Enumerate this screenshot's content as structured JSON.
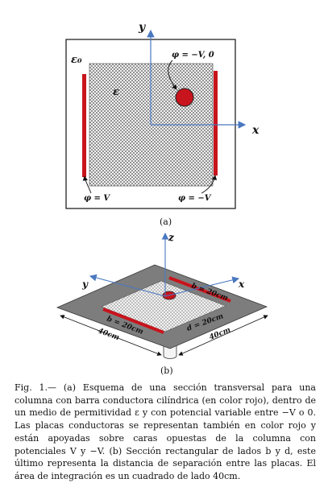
{
  "panel_a": {
    "y_axis": "y",
    "x_axis": "x",
    "eps0": "ε₀",
    "eps": "ε",
    "phi_rod": "φ = −V, 0",
    "phi_left": "φ = V",
    "phi_right": "φ = −V",
    "label": "(a)"
  },
  "panel_b": {
    "z_axis": "z",
    "y_axis": "y",
    "x_axis": "x",
    "b_top": "b = 20cm",
    "b_front": "b = 20cm",
    "d_side": "d = 20cm",
    "side_left": "40cm",
    "side_right": "40cm",
    "label": "(b)"
  },
  "caption": "Fig. 1.— (a) Esquema de una sección transversal para una columna con barra conductora cilíndrica (en color rojo), dentro de un medio de permitividad ε y con potencial variable entre −V o 0. Las placas conductoras se representan también en color rojo y están apoyadas sobre caras opuestas de la columna con potenciales V y −V. (b) Sección rectangular de lados b y d, este último representa la distancia de separación entre las placas. El área de integración es un cuadrado de lado 40cm.",
  "colors": {
    "plate": "#c8141c",
    "axis": "#4a78c0",
    "frame_gray": "#7a7a7a"
  }
}
